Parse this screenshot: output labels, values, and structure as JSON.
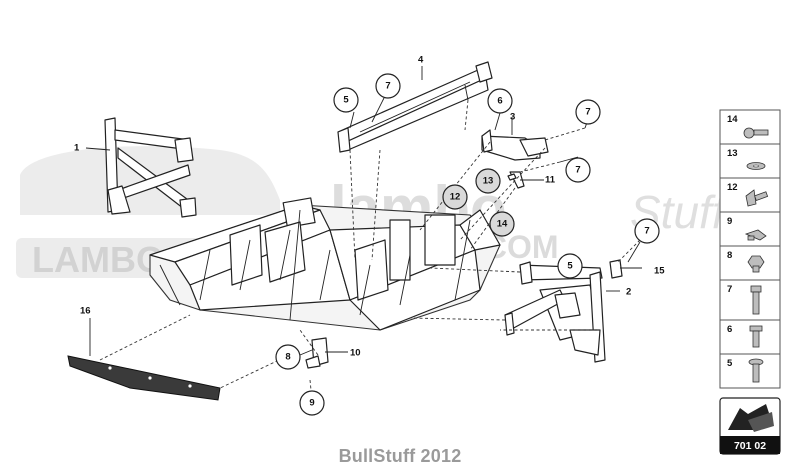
{
  "watermark": {
    "brand_main": "lambo",
    "brand_script": "Stuff",
    "brand_bar": "LAMBOSTUFF",
    "brand_domain": ".COM"
  },
  "callouts": [
    {
      "id": "1",
      "style": "plain"
    },
    {
      "id": "2",
      "style": "plain"
    },
    {
      "id": "3",
      "style": "plain"
    },
    {
      "id": "4",
      "style": "plain"
    },
    {
      "id": "5",
      "style": "circle"
    },
    {
      "id": "7",
      "style": "circle"
    },
    {
      "id": "6",
      "style": "circle"
    },
    {
      "id": "7",
      "style": "circle"
    },
    {
      "id": "7",
      "style": "circle"
    },
    {
      "id": "11",
      "style": "plain"
    },
    {
      "id": "13",
      "style": "circle-grey"
    },
    {
      "id": "12",
      "style": "circle-grey"
    },
    {
      "id": "14",
      "style": "circle-grey"
    },
    {
      "id": "7",
      "style": "circle"
    },
    {
      "id": "5",
      "style": "circle"
    },
    {
      "id": "15",
      "style": "plain"
    },
    {
      "id": "16",
      "style": "plain"
    },
    {
      "id": "8",
      "style": "circle"
    },
    {
      "id": "10",
      "style": "plain"
    },
    {
      "id": "9",
      "style": "circle"
    }
  ],
  "legend": {
    "items": [
      {
        "number": "14",
        "icon": "bolt-with-washer-icon"
      },
      {
        "number": "13",
        "icon": "flat-washer-icon"
      },
      {
        "number": "12",
        "icon": "flange-bolt-icon"
      },
      {
        "number": "9",
        "icon": "clip-icon"
      },
      {
        "number": "8",
        "icon": "nut-icon"
      },
      {
        "number": "7",
        "icon": "long-bolt-icon"
      },
      {
        "number": "6",
        "icon": "short-bolt-icon"
      },
      {
        "number": "5",
        "icon": "torx-bolt-icon"
      }
    ],
    "diagram_code": "701 02",
    "badge_icon": "direction-arrow-icon"
  },
  "footer": {
    "text": "BullStuff 2012"
  },
  "colors": {
    "line": "#222222",
    "watermark": "#dddddd",
    "footer": "#9a9a9a",
    "legend_border": "#555555"
  }
}
